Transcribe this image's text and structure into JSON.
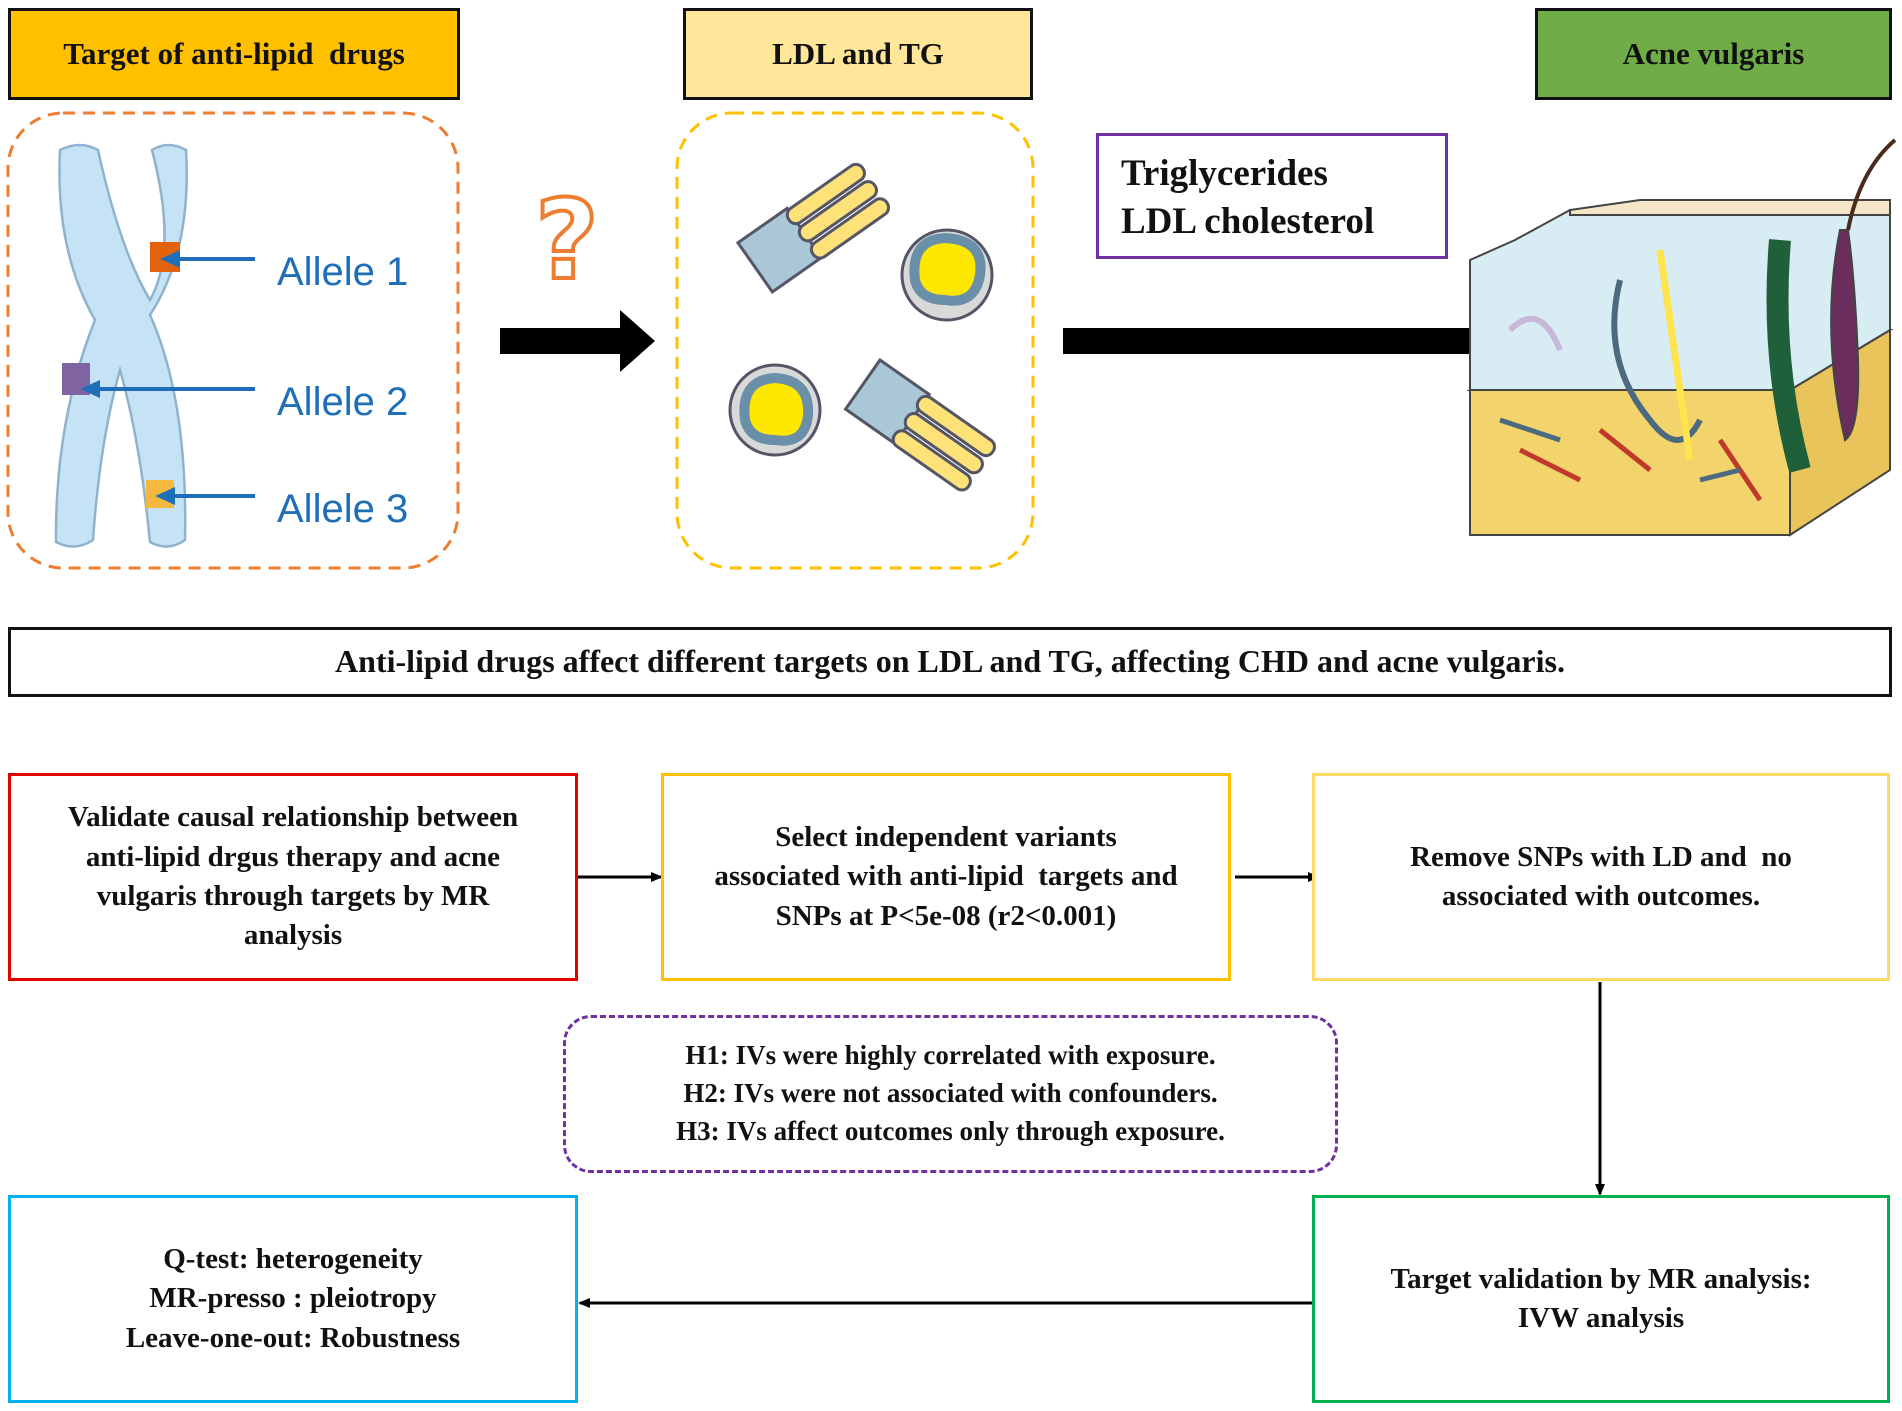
{
  "headers": {
    "target": "Target of anti-lipid  drugs",
    "ldl_tg": "LDL and TG",
    "acne": "Acne vulgaris"
  },
  "alleles": [
    "Allele 1",
    "Allele 2",
    "Allele 3"
  ],
  "question_mark": "?",
  "lipid_box": {
    "line1": "Triglycerides",
    "line2": "LDL cholesterol"
  },
  "summary": "Anti-lipid drugs affect different targets on LDL and TG, affecting CHD and acne vulgaris.",
  "steps": {
    "validate": [
      "Validate causal relationship between",
      "anti-lipid drgus therapy and acne",
      "vulgaris through targets by MR",
      "analysis"
    ],
    "select": [
      "Select independent variants",
      "associated with anti-lipid  targets and",
      "SNPs at P<5e-08 (r2<0.001)"
    ],
    "remove": [
      "Remove SNPs with LD and  no",
      "associated with outcomes."
    ],
    "hypotheses": [
      "H1: IVs were highly correlated with exposure.",
      "H2: IVs were not associated with confounders.",
      "H3: IVs affect outcomes only through exposure."
    ],
    "target_validation": [
      "Target validation by MR analysis:",
      "IVW analysis"
    ],
    "sensitivity": [
      "Q-test: heterogeneity",
      "MR-presso : pleiotropy",
      "Leave-one-out: Robustness"
    ]
  },
  "colors": {
    "header_orange": "#ffc000",
    "header_light": "#ffe699",
    "header_green": "#70ad47",
    "orange_dash": "#ed7d31",
    "yellow_dash": "#ffc000",
    "purple": "#7030a0",
    "red": "#e00000",
    "gold": "#ffc000",
    "light_gold": "#ffd966",
    "green": "#00b050",
    "blue": "#00b0f0",
    "allele_blue": "#1f6fb8"
  }
}
